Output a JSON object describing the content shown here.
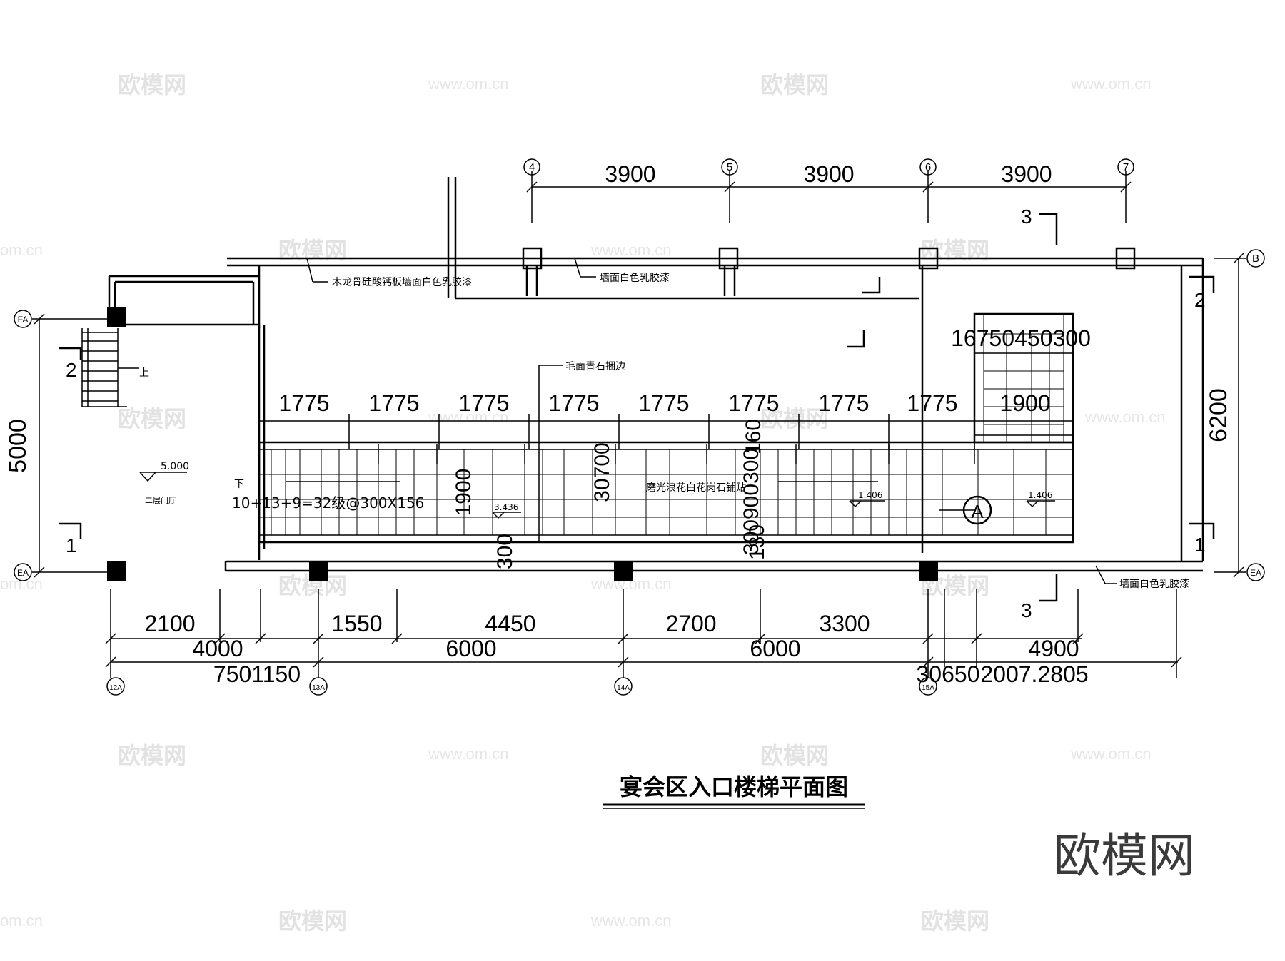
{
  "title": "宴会区入口楼梯平面图",
  "logo": "欧模网",
  "watermark": {
    "brand": "欧模网",
    "url": "www.om.cn",
    "url_short": "om.cn"
  },
  "grid_axes": {
    "top": [
      "4",
      "5",
      "6",
      "7"
    ],
    "right": [
      "B",
      "EA"
    ],
    "left": [
      "FA",
      "EA"
    ],
    "bottom": [
      "12A",
      "13A",
      "14A",
      "15A"
    ]
  },
  "dimensions": {
    "top_spans": [
      "3900",
      "3900",
      "3900"
    ],
    "stair_upper_small": "16750450300",
    "stair_treads": [
      "1775",
      "1775",
      "1775",
      "1775",
      "1775",
      "1775",
      "1775",
      "1775",
      "1900"
    ],
    "left_height": "5000",
    "right_height": "6200",
    "bottom_row1": [
      "2100",
      "1550",
      "4450",
      "2700",
      "3300"
    ],
    "bottom_row2": [
      "4000",
      "6000",
      "6000",
      "4900"
    ],
    "bottom_row3_left": "7501150",
    "bottom_row3_right": "30650",
    "bottom_row3_right2": "2007.2805",
    "inner": {
      "d1900": "1900",
      "d30700": "30700",
      "d300": "300",
      "d130": "130",
      "d30090030": "300900300",
      "d160": "160"
    }
  },
  "notes": {
    "wall_wood": "木龙骨硅酸钙板墙面白色乳胶漆",
    "wall_white_top": "墙面白色乳胶漆",
    "wall_white_bottom": "墙面白色乳胶漆",
    "stone_edge": "毛面青石捆边",
    "granite": "磨光浪花白花岗石铺贴",
    "down_label": "下",
    "steps": "10+13+9=32级@300X156",
    "up_label": "上",
    "hall": "二层门厅",
    "elev_500": "5.000",
    "elev_3436": "3.436",
    "elev_1406a": "1.406",
    "elev_1406b": "1.406",
    "detail_tag": "A"
  },
  "section_marks": {
    "left_top": "2",
    "left_bottom": "1",
    "right_top": "2",
    "right_bottom": "1",
    "top": "3",
    "bottom": "3"
  }
}
